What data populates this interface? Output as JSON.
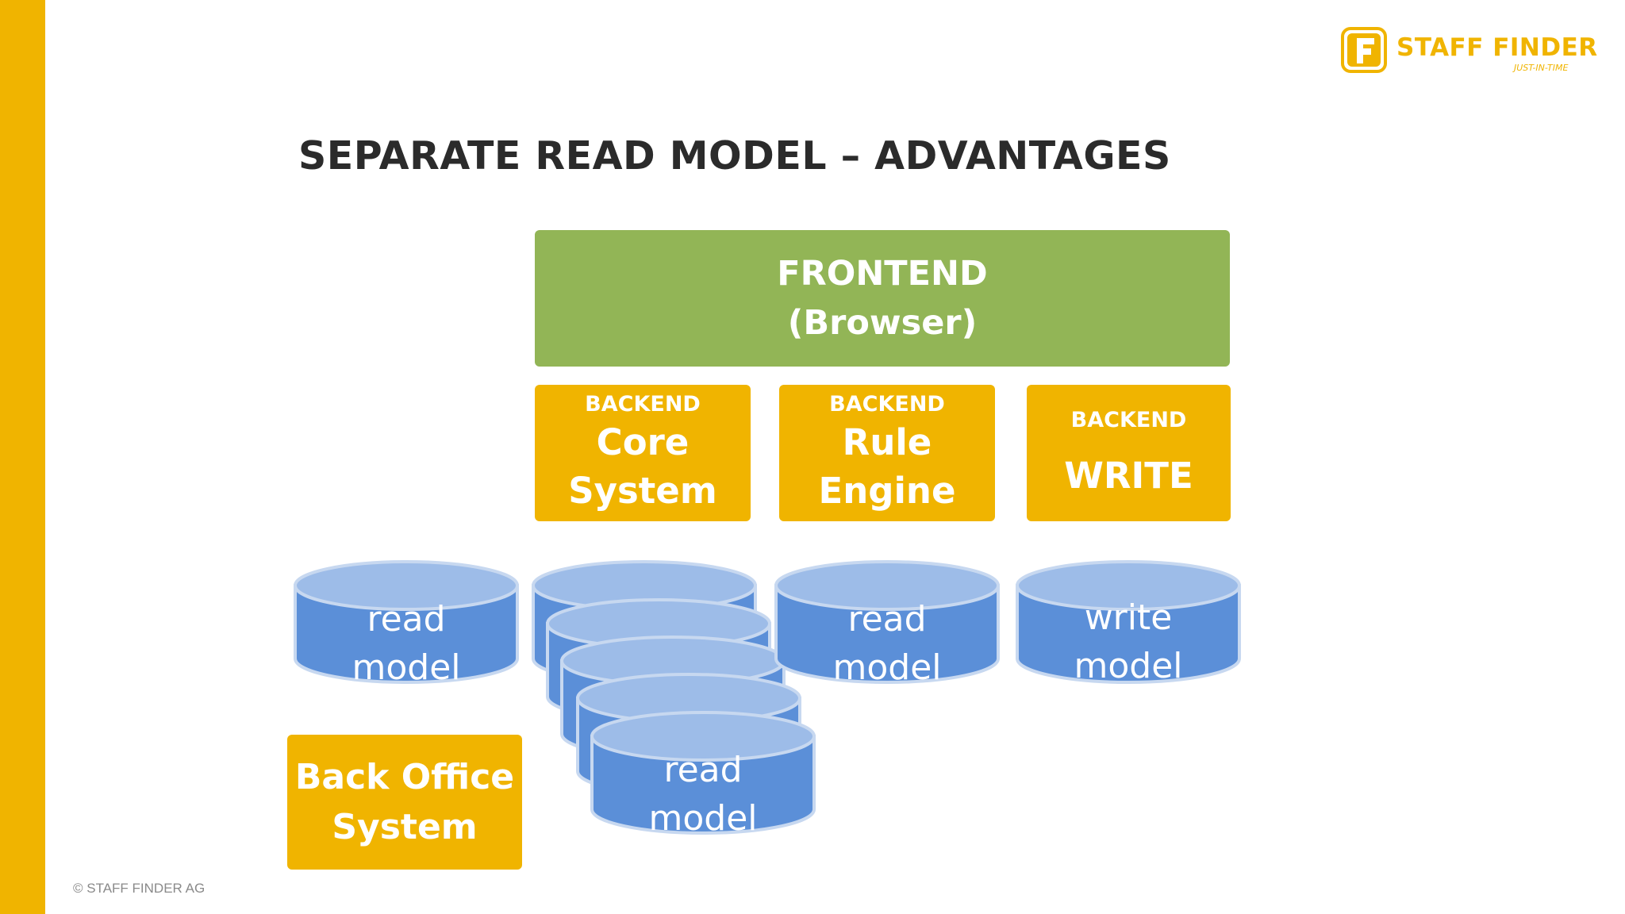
{
  "brand": {
    "name": "STAFF FINDER",
    "tagline": "JUST-IN-TIME",
    "logo_letter": "F",
    "accent_color": "#f0b400"
  },
  "slide": {
    "title": "SEPARATE READ MODEL – ADVANTAGES",
    "copyright": "© STAFF FINDER AG"
  },
  "diagram": {
    "frontend": {
      "line1": "FRONTEND",
      "line2": "(Browser)",
      "color": "#92b556"
    },
    "backends": [
      {
        "kicker": "BACKEND",
        "line1": "Core",
        "line2": "System"
      },
      {
        "kicker": "BACKEND",
        "line1": "Rule",
        "line2": "Engine"
      },
      {
        "kicker": "BACKEND",
        "line1": "WRITE"
      }
    ],
    "back_office": {
      "line1": "Back Office",
      "line2": "System"
    },
    "databases": {
      "left": {
        "line1": "read",
        "line2": "model"
      },
      "stack": {
        "line1": "read",
        "line2": "model"
      },
      "rule": {
        "line1": "read",
        "line2": "model"
      },
      "write": {
        "line1": "write",
        "line2": "model"
      }
    },
    "db_colors": {
      "body": "#5b8fd8",
      "top": "#9dbce8",
      "rim": "#c7d8f0"
    }
  }
}
